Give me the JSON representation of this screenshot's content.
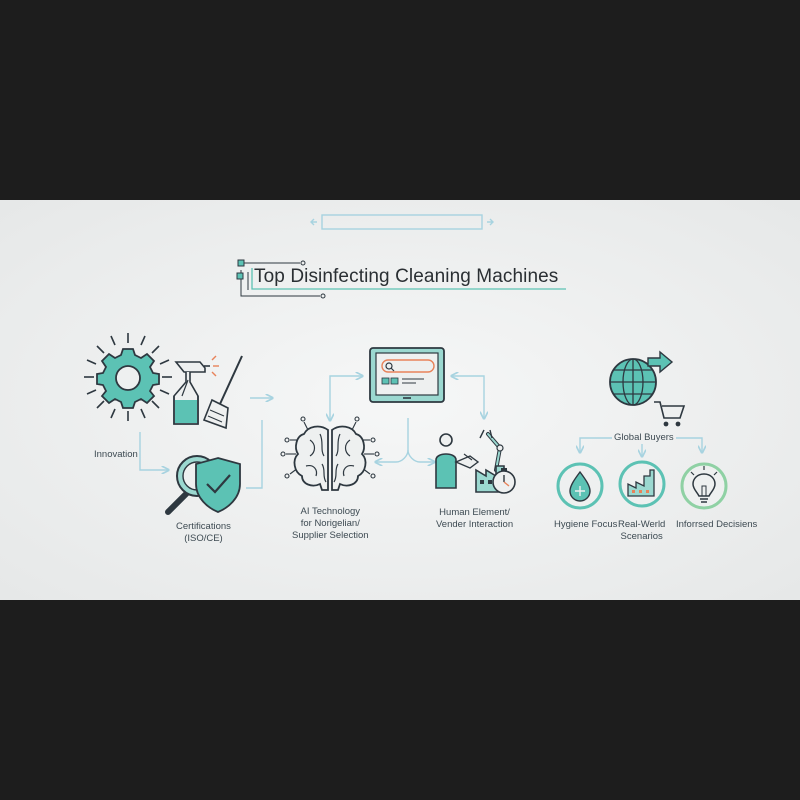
{
  "title": "Top Disinfecting Cleaning Machines",
  "left_group": {
    "innovation_label": "Innovation",
    "certifications_label": [
      "Certifications",
      "(ISO/CE)"
    ]
  },
  "center_group": {
    "ai_label": [
      "AI Technology",
      "for Norigelian/",
      "Supplier Selection"
    ],
    "human_label": [
      "Human Element/",
      "Vender Interaction"
    ]
  },
  "right_group": {
    "global_buyers_label": "Global Buyers",
    "hygiene_label": "Hygiene Focus",
    "real_world_label": [
      "Real-Werld",
      "Scenarios"
    ],
    "informed_label": "Inforrsed Decisiens"
  },
  "colors": {
    "frame_background": "#1d1d1d",
    "panel_background": "#eef0f0",
    "outline": "#2e3840",
    "teal": "#5cc2b4",
    "teal_light": "#9bd8d0",
    "arrow_blue": "#a7d3e0",
    "accent_orange": "#e8835a",
    "accent_green": "#8fd1a4"
  },
  "icons": [
    "gear-icon",
    "spray-bottle-icon",
    "broom-icon",
    "magnifier-icon",
    "shield-check-icon",
    "brain-circuit-icon",
    "tablet-search-icon",
    "person-icon",
    "handshake-icon",
    "robot-arm-icon",
    "factory-icon",
    "stopwatch-icon",
    "globe-icon",
    "cart-icon",
    "water-drop-icon",
    "lightbulb-icon"
  ]
}
